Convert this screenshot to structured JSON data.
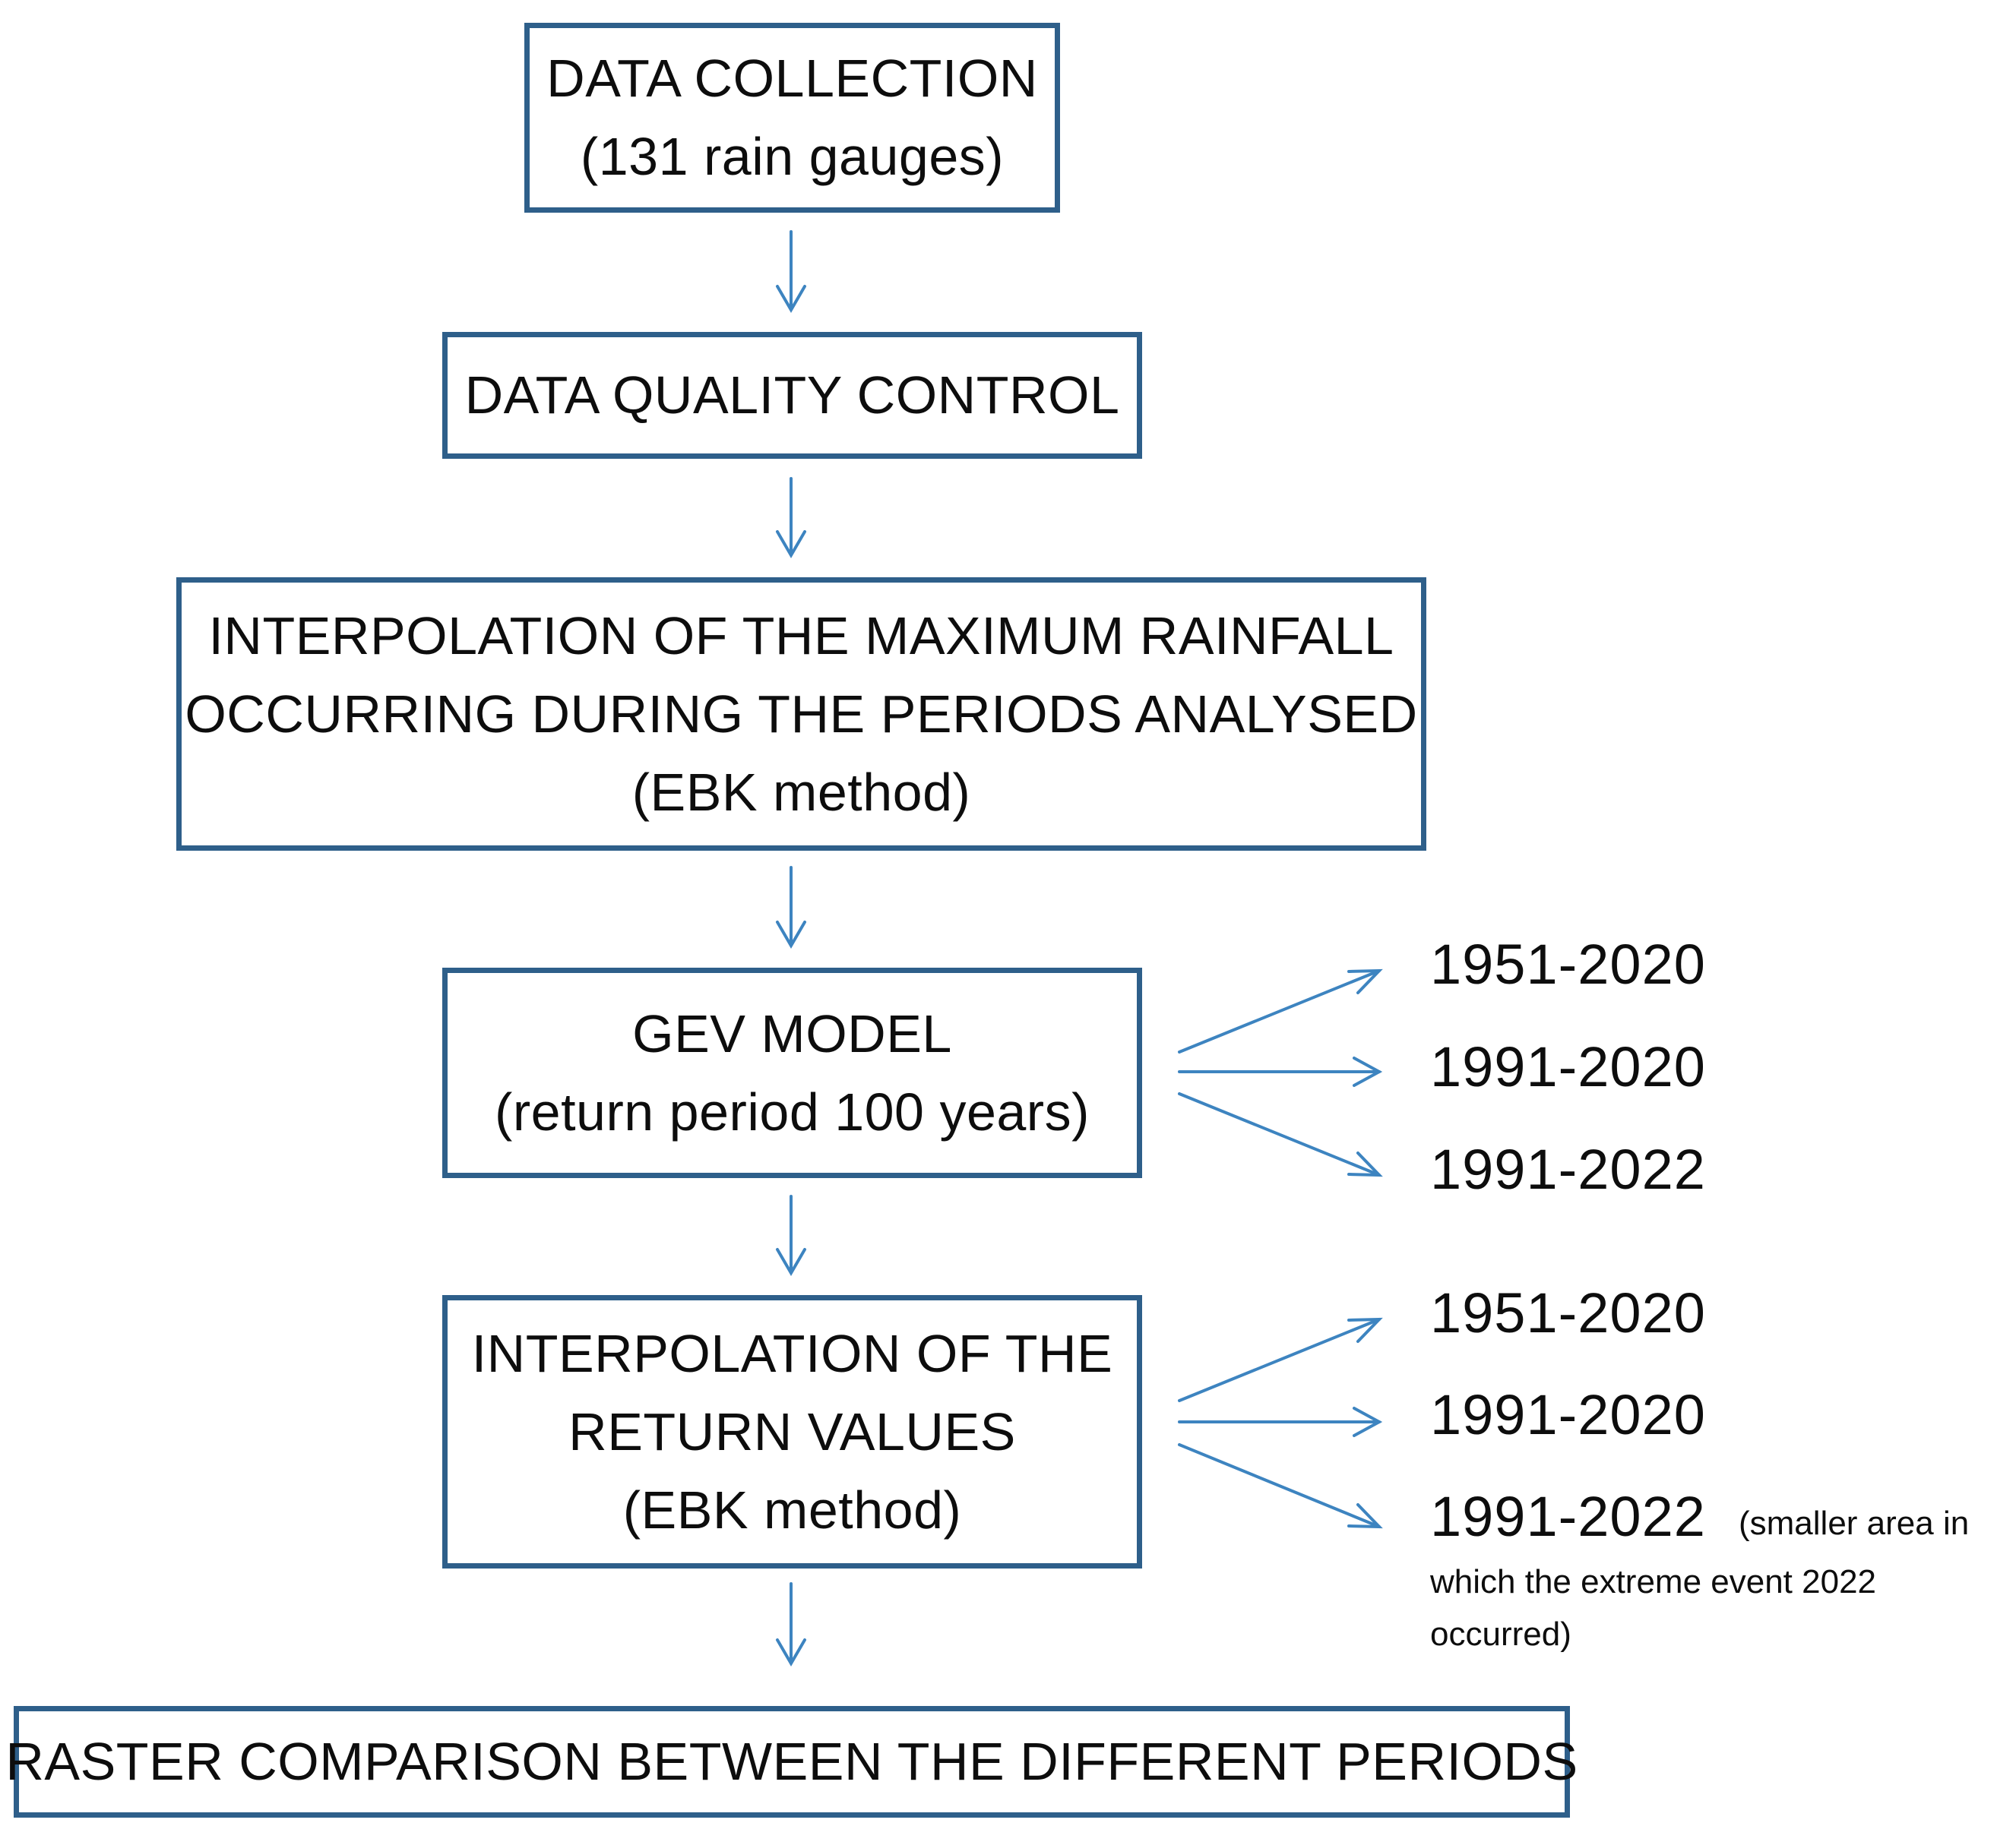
{
  "steps": {
    "data_collection": [
      "DATA COLLECTION",
      "(131 rain gauges)"
    ],
    "quality_control": [
      "DATA QUALITY CONTROL"
    ],
    "interpolation_max": [
      "INTERPOLATION OF THE MAXIMUM RAINFALL",
      "OCCURRING DURING THE PERIODS ANALYSED",
      "(EBK method)"
    ],
    "gev_model": [
      "GEV MODEL",
      "(return period 100 years)"
    ],
    "interpolation_return": [
      "INTERPOLATION OF THE",
      "RETURN VALUES",
      "(EBK method)"
    ],
    "raster_comparison": [
      "RASTER COMPARISON BETWEEN THE DIFFERENT PERIODS"
    ]
  },
  "gev_periods": [
    "1951-2020",
    "1991-2020",
    "1991-2022"
  ],
  "return_periods": [
    "1951-2020",
    "1991-2020",
    "1991-2022"
  ],
  "return_note": [
    "(smaller area in",
    "which the extreme event 2022",
    "occurred)"
  ],
  "colors": {
    "box_border": "#2e5f8a",
    "arrow": "#3d84c0",
    "text": "#0d0d0d"
  }
}
